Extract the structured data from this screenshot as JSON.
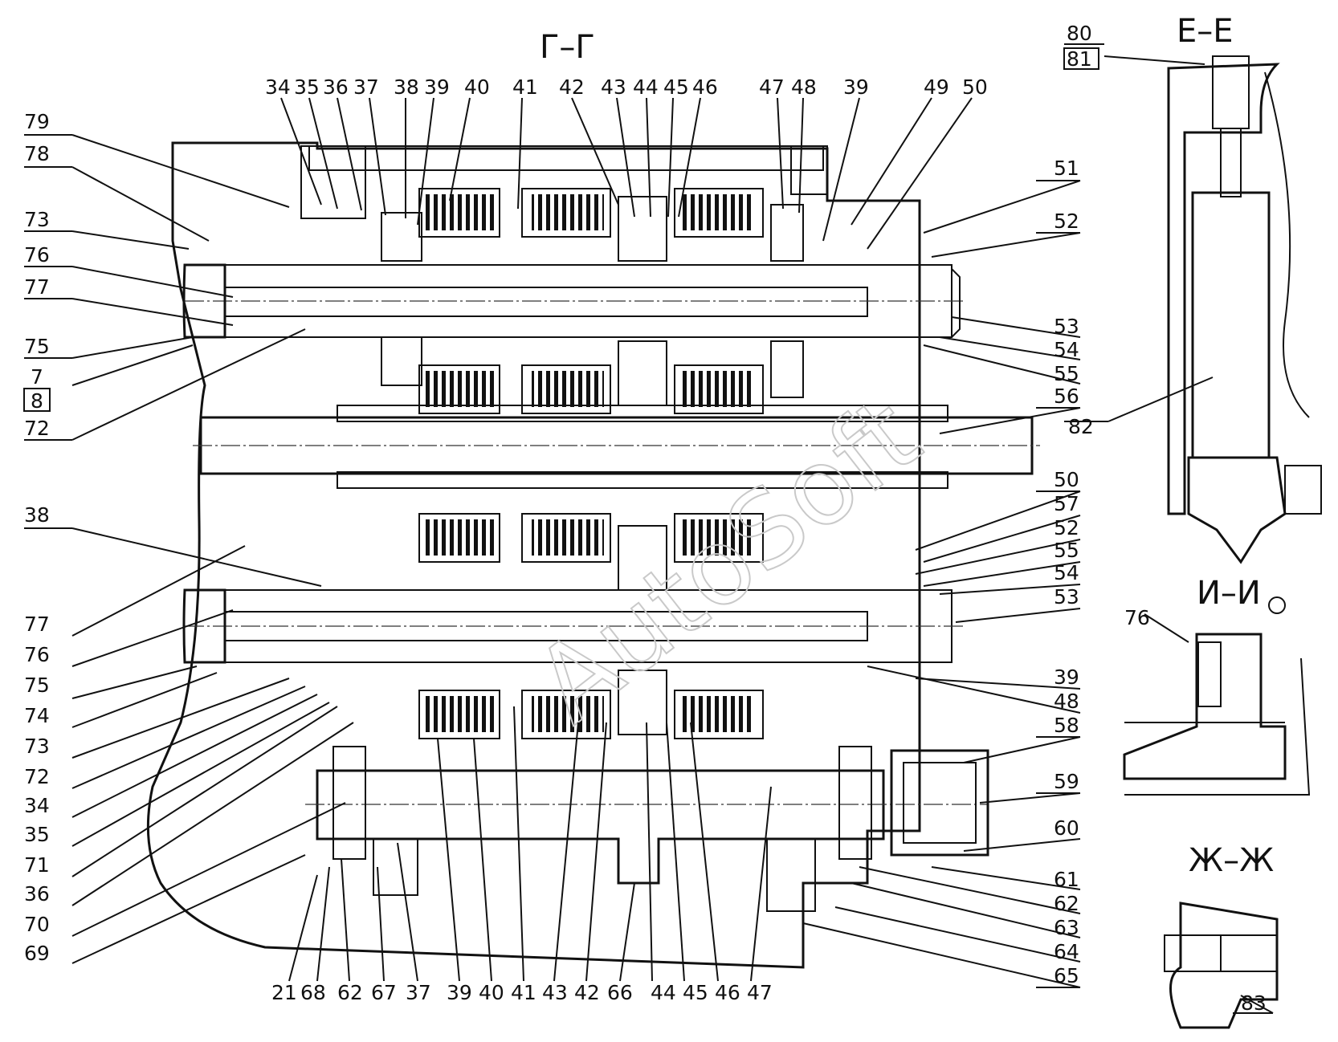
{
  "sections": {
    "gg": "Г–Г",
    "ee": "Е–Е",
    "ii": "И–И",
    "zhzh": "Ж–Ж"
  },
  "watermark": "AutoSoft",
  "labels": {
    "top": [
      "34",
      "35",
      "36",
      "37",
      "38",
      "39",
      "40",
      "41",
      "42",
      "43",
      "44",
      "45",
      "46",
      "47",
      "48",
      "39",
      "49",
      "50"
    ],
    "left_upper": [
      "79",
      "78",
      "73",
      "76",
      "77",
      "75",
      "7",
      "8",
      "72"
    ],
    "left_lower": [
      "38",
      "77",
      "76",
      "75",
      "74",
      "73",
      "72",
      "34",
      "35",
      "71",
      "36",
      "70",
      "69"
    ],
    "right": [
      "51",
      "52",
      "53",
      "54",
      "55",
      "56",
      "50",
      "57",
      "52",
      "55",
      "54",
      "53",
      "39",
      "48",
      "58",
      "59",
      "60",
      "61",
      "62",
      "63",
      "64",
      "65"
    ],
    "bottom": [
      "21",
      "68",
      "62",
      "67",
      "37",
      "39",
      "40",
      "41",
      "43",
      "42",
      "66",
      "44",
      "45",
      "46",
      "47"
    ],
    "ee_view": [
      "80",
      "81",
      "82"
    ],
    "ii_view": [
      "76"
    ],
    "zhzh_view": [
      "83"
    ]
  }
}
